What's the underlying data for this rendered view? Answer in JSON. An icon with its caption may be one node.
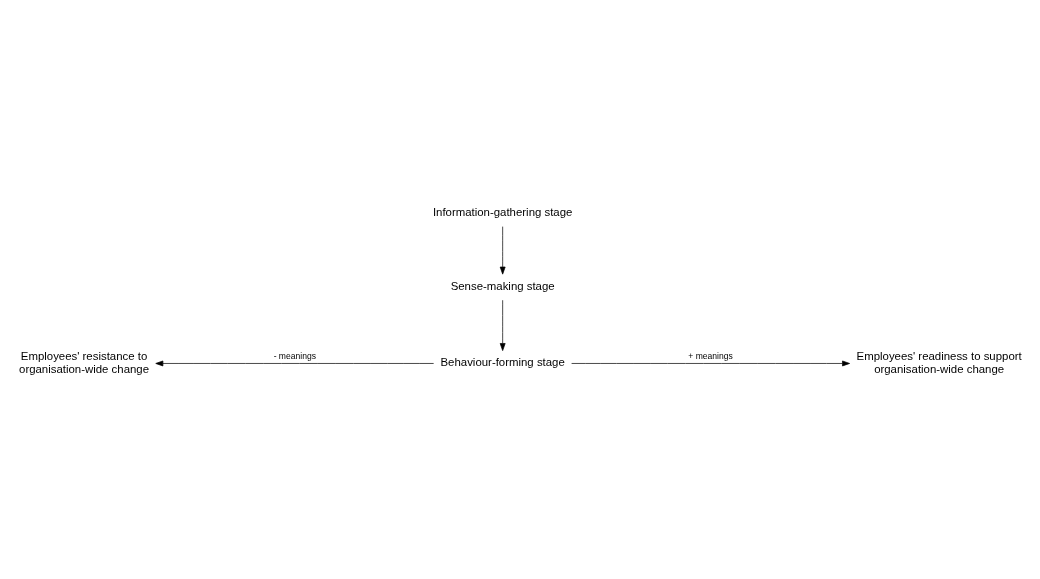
{
  "diagram": {
    "nodes": [
      {
        "text": [
          "Information-gathering stage"
        ]
      },
      {
        "text": [
          "Sense-making stage"
        ]
      },
      {
        "text": [
          "Behaviour-forming stage"
        ]
      },
      {
        "text": [
          "Employees' resistance to organisation-wide change"
        ]
      },
      {
        "text": [
          "Employees' readiness to support organisation-wide change"
        ]
      }
    ],
    "edges": [
      {
        "from": 0,
        "to": 1,
        "arrow": "to"
      },
      {
        "from": 1,
        "to": 2,
        "arrow": "to"
      },
      {
        "from": 2,
        "to": 3,
        "arrow": "to",
        "label": "- meanings"
      },
      {
        "from": 2,
        "to": 4,
        "arrow": "to",
        "label": "+ meanings"
      }
    ]
  }
}
